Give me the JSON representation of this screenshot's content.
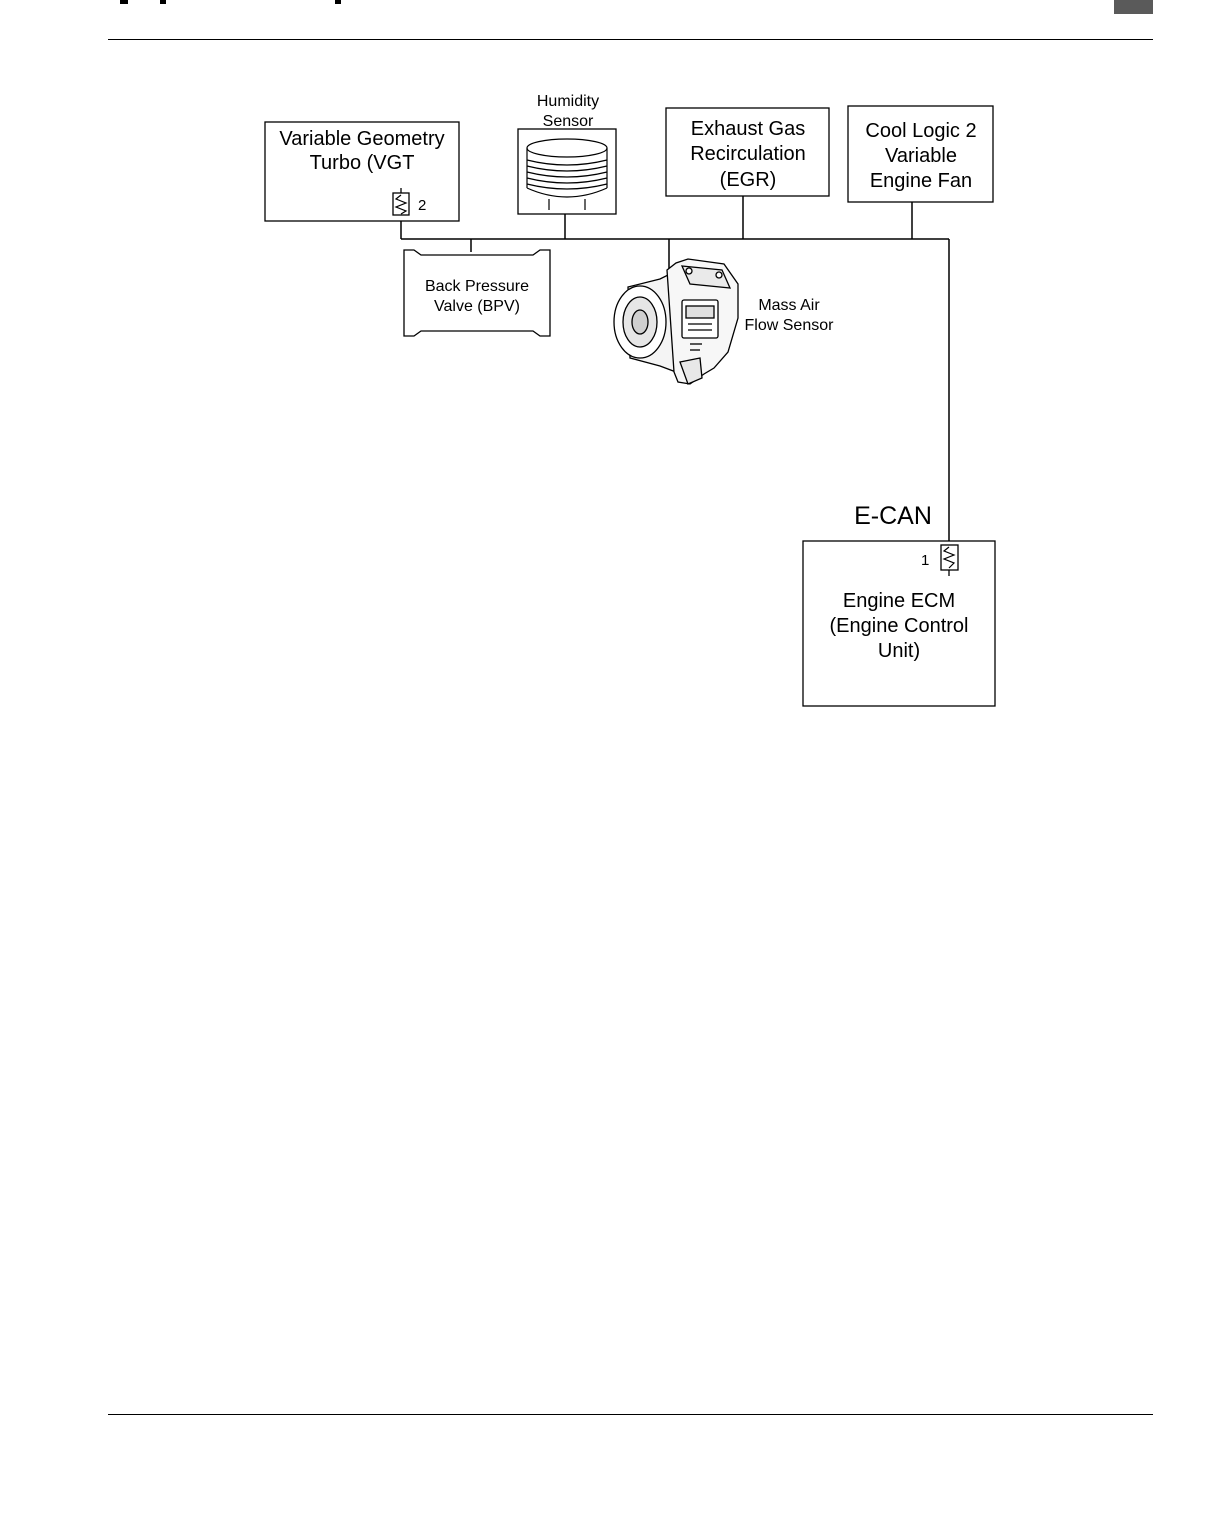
{
  "diagram": {
    "vgt": {
      "line1": "Variable Geometry",
      "line2": "Turbo (VGT",
      "terminator_number": "2"
    },
    "humidity_sensor": {
      "line1": "Humidity",
      "line2": "Sensor"
    },
    "egr": {
      "line1": "Exhaust Gas",
      "line2": "Recirculation",
      "line3": "(EGR)"
    },
    "cool_logic": {
      "line1": "Cool Logic 2",
      "line2": "Variable",
      "line3": "Engine Fan"
    },
    "bpv": {
      "line1": "Back Pressure",
      "line2": "Valve (BPV)"
    },
    "maf": {
      "line1": "Mass Air",
      "line2": "Flow Sensor"
    },
    "bus_label": "E-CAN",
    "ecm": {
      "terminator_number": "1",
      "line1": "Engine ECM",
      "line2": "(Engine Control",
      "line3": "Unit)"
    }
  }
}
